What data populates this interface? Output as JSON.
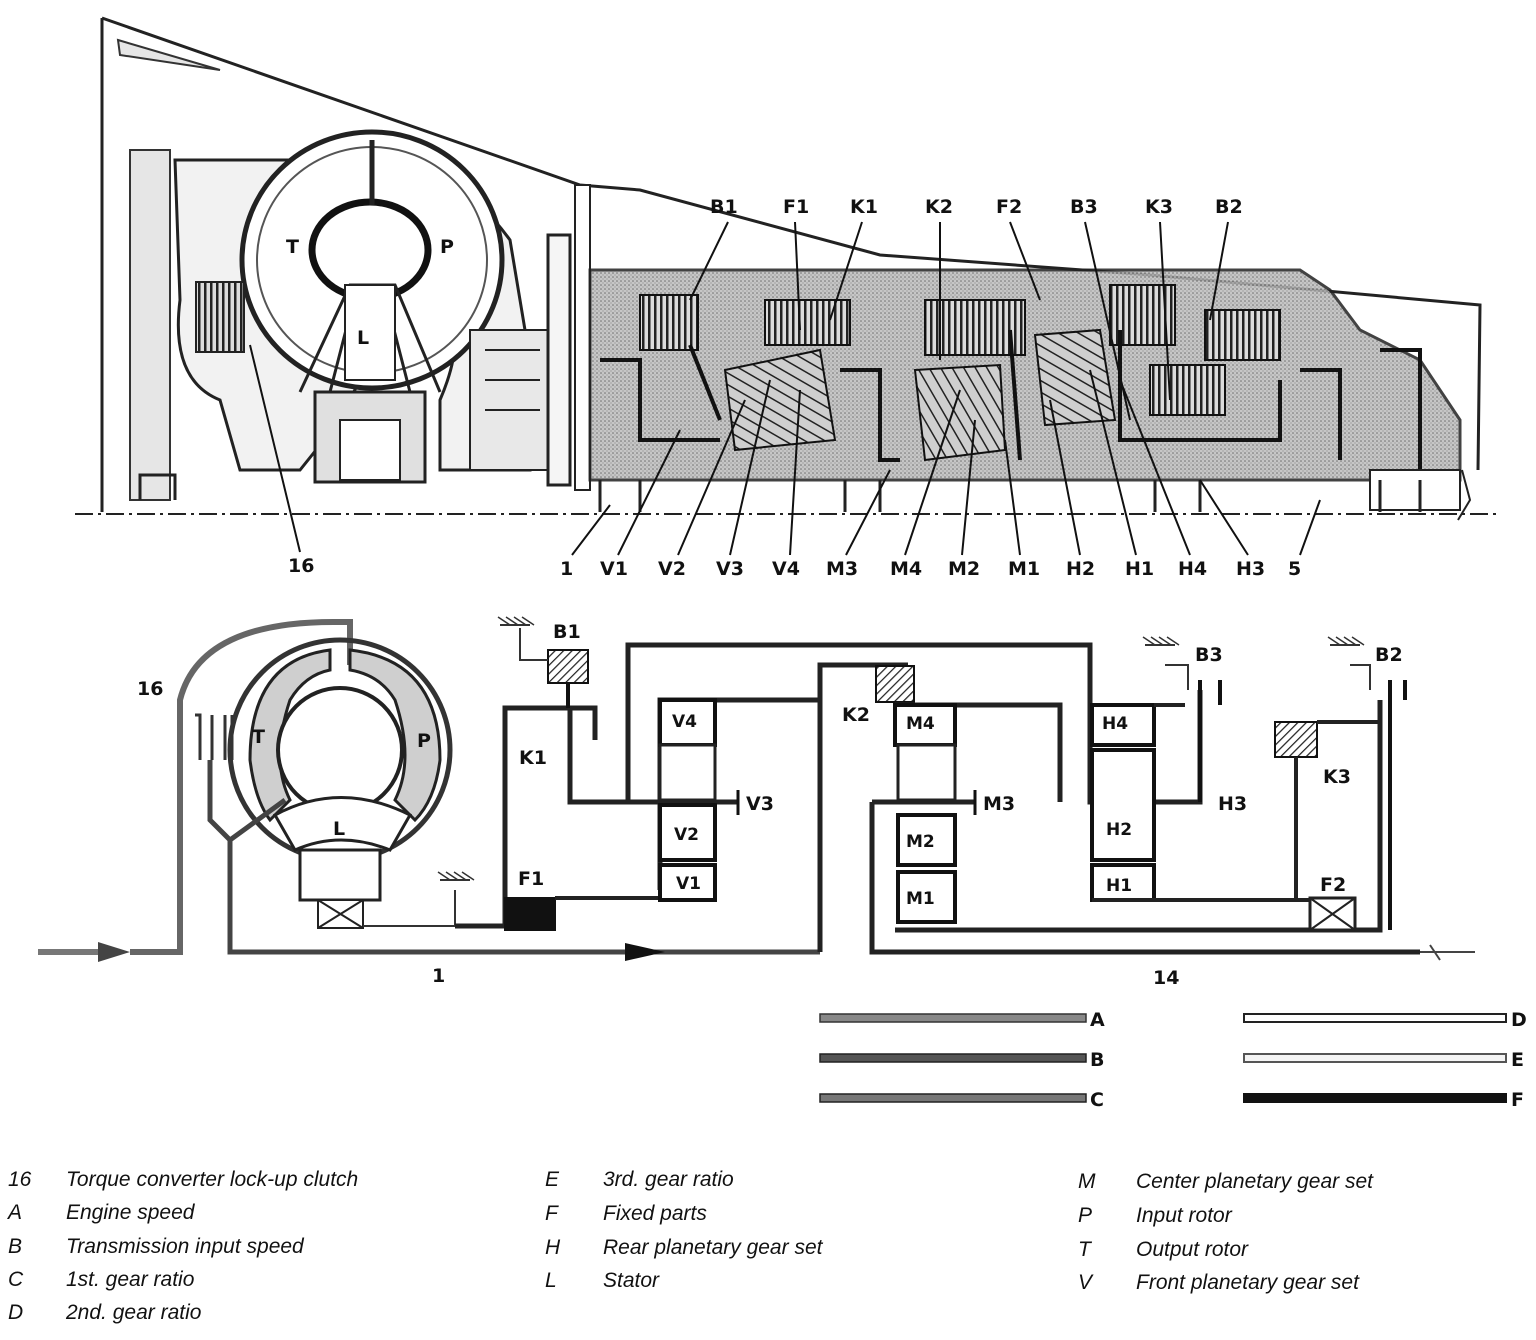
{
  "section_view": {
    "part_labels": {
      "B1": "B1",
      "F1": "F1",
      "K1": "K1",
      "K2": "K2",
      "F2": "F2",
      "B3": "B3",
      "K3": "K3",
      "B2": "B2",
      "T": "T",
      "P": "P",
      "L": "L"
    },
    "bottom_labels": {
      "n16": "16",
      "n1": "1",
      "V1": "V1",
      "V2": "V2",
      "V3": "V3",
      "V4": "V4",
      "M3": "M3",
      "M4": "M4",
      "M2": "M2",
      "M1": "M1",
      "H2": "H2",
      "H1": "H1",
      "H4": "H4",
      "H3": "H3",
      "n5": "5"
    }
  },
  "schematic": {
    "labels": {
      "n16": "16",
      "T": "T",
      "P": "P",
      "L": "L",
      "B1": "B1",
      "K1": "K1",
      "F1": "F1",
      "V4": "V4",
      "V3": "V3",
      "V2": "V2",
      "V1": "V1",
      "K2": "K2",
      "M4": "M4",
      "M3": "M3",
      "M2": "M2",
      "M1": "M1",
      "B3": "B3",
      "H4": "H4",
      "H3": "H3",
      "H2": "H2",
      "H1": "H1",
      "B2": "B2",
      "K3": "K3",
      "F2": "F2",
      "n1": "1",
      "n14": "14"
    }
  },
  "line_key": [
    {
      "key": "A",
      "style": "dense-grey"
    },
    {
      "key": "B",
      "style": "dark-grey"
    },
    {
      "key": "C",
      "style": "mid-grey"
    },
    {
      "key": "D",
      "style": "outline"
    },
    {
      "key": "E",
      "style": "outline-light"
    },
    {
      "key": "F",
      "style": "black"
    }
  ],
  "legend": {
    "col1": [
      {
        "key": "16",
        "text": "Torque converter lock-up clutch"
      },
      {
        "key": "A",
        "text": "Engine speed"
      },
      {
        "key": "B",
        "text": "Transmission input speed"
      },
      {
        "key": "C",
        "text": "1st. gear ratio"
      },
      {
        "key": "D",
        "text": "2nd. gear ratio"
      }
    ],
    "col2": [
      {
        "key": "E",
        "text": "3rd. gear ratio"
      },
      {
        "key": "F",
        "text": "Fixed parts"
      },
      {
        "key": "H",
        "text": "Rear planetary gear set"
      },
      {
        "key": "L",
        "text": "Stator"
      }
    ],
    "col3": [
      {
        "key": "M",
        "text": "Center planetary gear set"
      },
      {
        "key": "P",
        "text": "Input rotor"
      },
      {
        "key": "T",
        "text": "Output rotor"
      },
      {
        "key": "V",
        "text": "Front planetary gear set"
      }
    ]
  }
}
